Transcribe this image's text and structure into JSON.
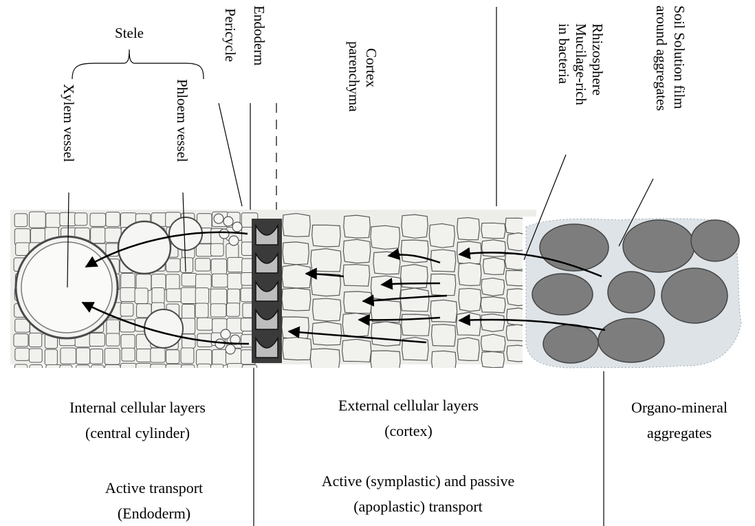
{
  "labels": {
    "stele": "Stele",
    "xylem": "Xylem vessel",
    "phloem": "Phloem vessel",
    "pericycle": "Pericycle",
    "endoderm": "Endoderm",
    "cortex_1": "Cortex",
    "cortex_2": "parenchyma",
    "rhizo_1": "Rhizosphere",
    "rhizo_2": "Mucilage-rich",
    "rhizo_3": "in bacteria",
    "soil_1": "Soil Solution film",
    "soil_2": "around aggregates"
  },
  "regions": {
    "internal_1": "Internal cellular layers",
    "internal_2": "(central cylinder)",
    "external_1": "External cellular layers",
    "external_2": "(cortex)",
    "organo_1": "Organo-mineral",
    "organo_2": "aggregates"
  },
  "transport": {
    "active_1": "Active transport",
    "active_2": "(Endoderm)",
    "mixed_1": "Active (symplastic) and passive",
    "mixed_2": "(apoplastic) transport"
  },
  "colors": {
    "cell_fill": "#f1f1ee",
    "cell_stroke": "#5a5a5a",
    "endoderm_fill": "#2b2b2b",
    "aggregate_fill": "#7d7d7d",
    "soil_film": "#d6dde2"
  }
}
